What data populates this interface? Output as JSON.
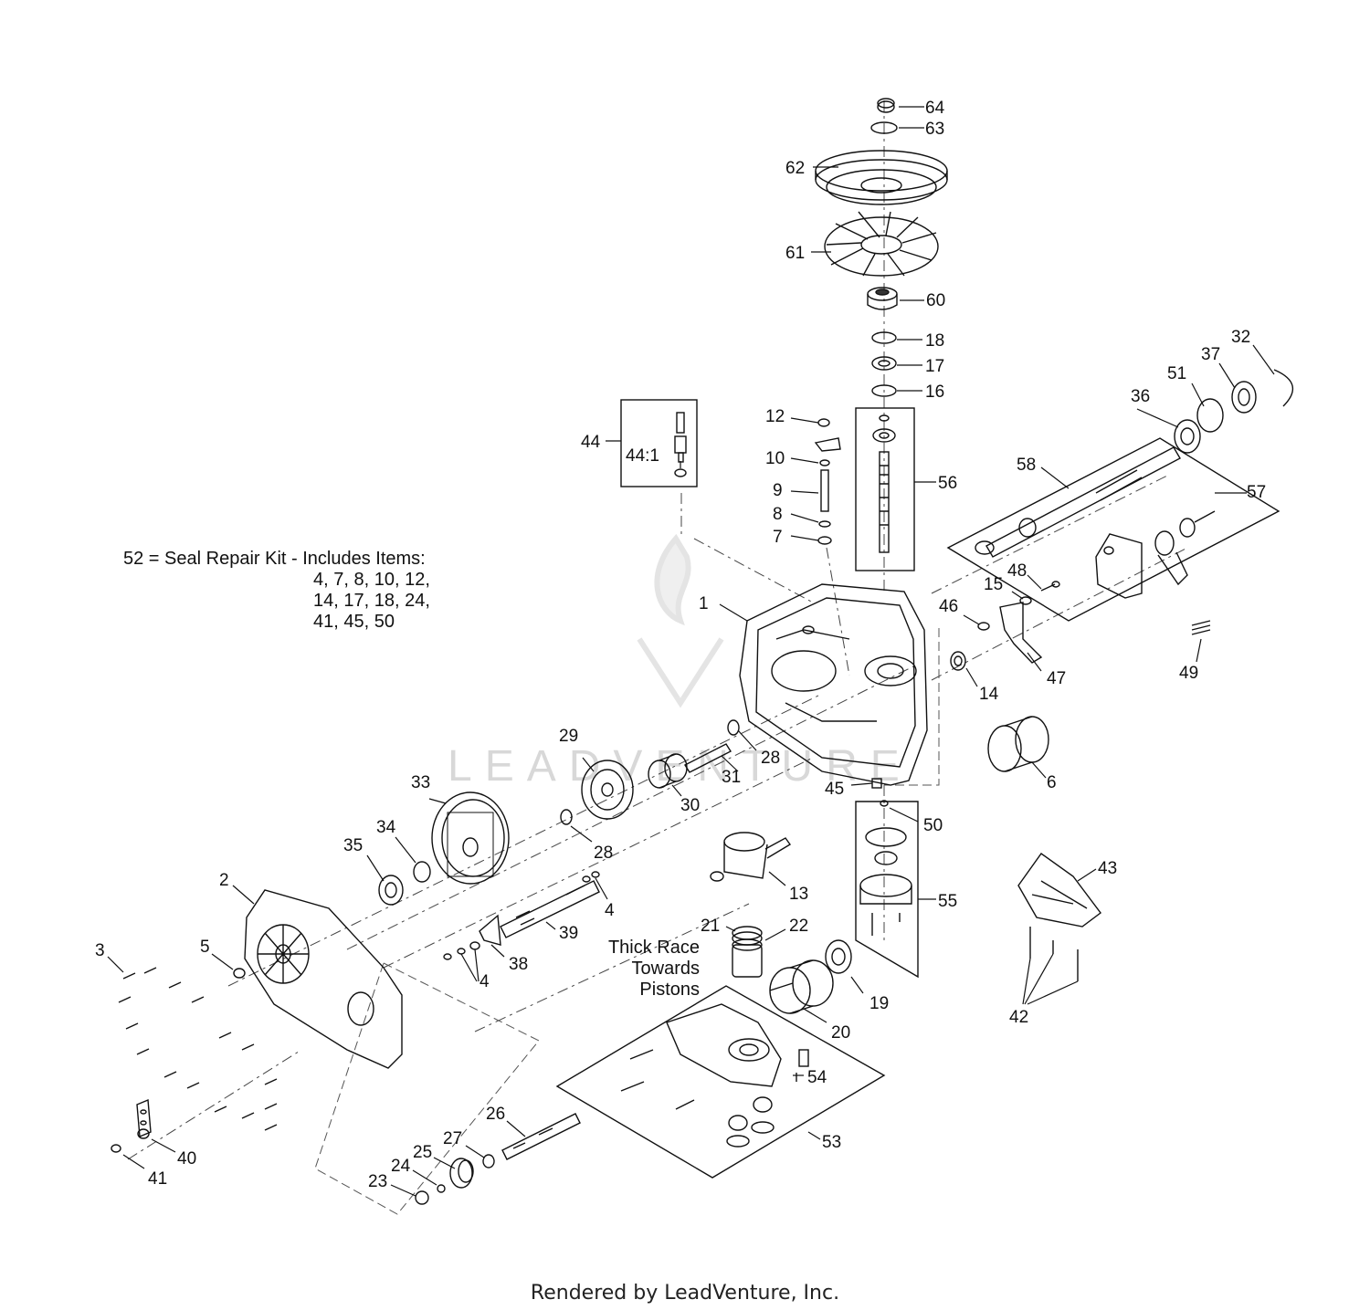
{
  "kit_note": {
    "line1": "52 = Seal Repair Kit - Includes Items:",
    "line2": "4, 7, 8, 10, 12,",
    "line3": "14, 17, 18, 24,",
    "line4": "41, 45, 50"
  },
  "annotation": {
    "line1": "Thick Race",
    "line2": "Towards",
    "line3": "Pistons"
  },
  "watermark": "LEADVENTURE",
  "footer": "Rendered by LeadVenture, Inc.",
  "callouts": [
    "1",
    "2",
    "3",
    "4",
    "4",
    "5",
    "6",
    "7",
    "8",
    "9",
    "10",
    "12",
    "13",
    "14",
    "15",
    "16",
    "17",
    "18",
    "19",
    "20",
    "21",
    "22",
    "23",
    "24",
    "25",
    "26",
    "27",
    "28",
    "28",
    "29",
    "30",
    "31",
    "32",
    "33",
    "34",
    "35",
    "36",
    "37",
    "38",
    "39",
    "40",
    "41",
    "42",
    "43",
    "44",
    "44:1",
    "45",
    "46",
    "47",
    "48",
    "49",
    "50",
    "51",
    "53",
    "54",
    "55",
    "56",
    "57",
    "58",
    "60",
    "61",
    "62",
    "63",
    "64"
  ]
}
